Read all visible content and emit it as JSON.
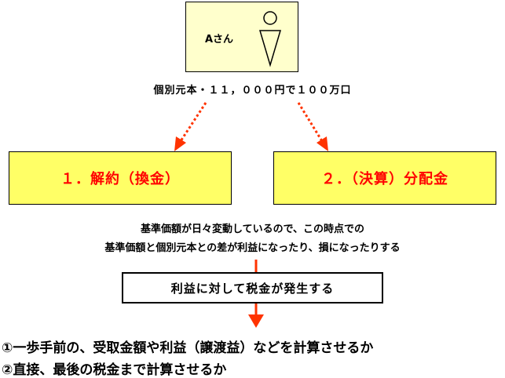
{
  "person": {
    "label": "Aさん",
    "icon": "person-icon"
  },
  "investment_text": "個別元本・１１，０００円で１００万口",
  "options": [
    {
      "label": "１．解約（換金）"
    },
    {
      "label": "２．（決算）分配金"
    }
  ],
  "explanation": [
    "基準価額が日々変動しているので、この時点での",
    "基準価額と個別元本との差が利益になったり、損になったりする"
  ],
  "result": "利益に対して税金が発生する",
  "questions": [
    "①一歩手前の、受取金額や利益（譲渡益）などを計算させるか",
    "②直接、最後の税金まで計算させるか"
  ],
  "colors": {
    "person_box_fill": "#ffffcc",
    "option_fill": "#ffff66",
    "option_text": "#ff0000",
    "arrow": "#ff3300"
  }
}
